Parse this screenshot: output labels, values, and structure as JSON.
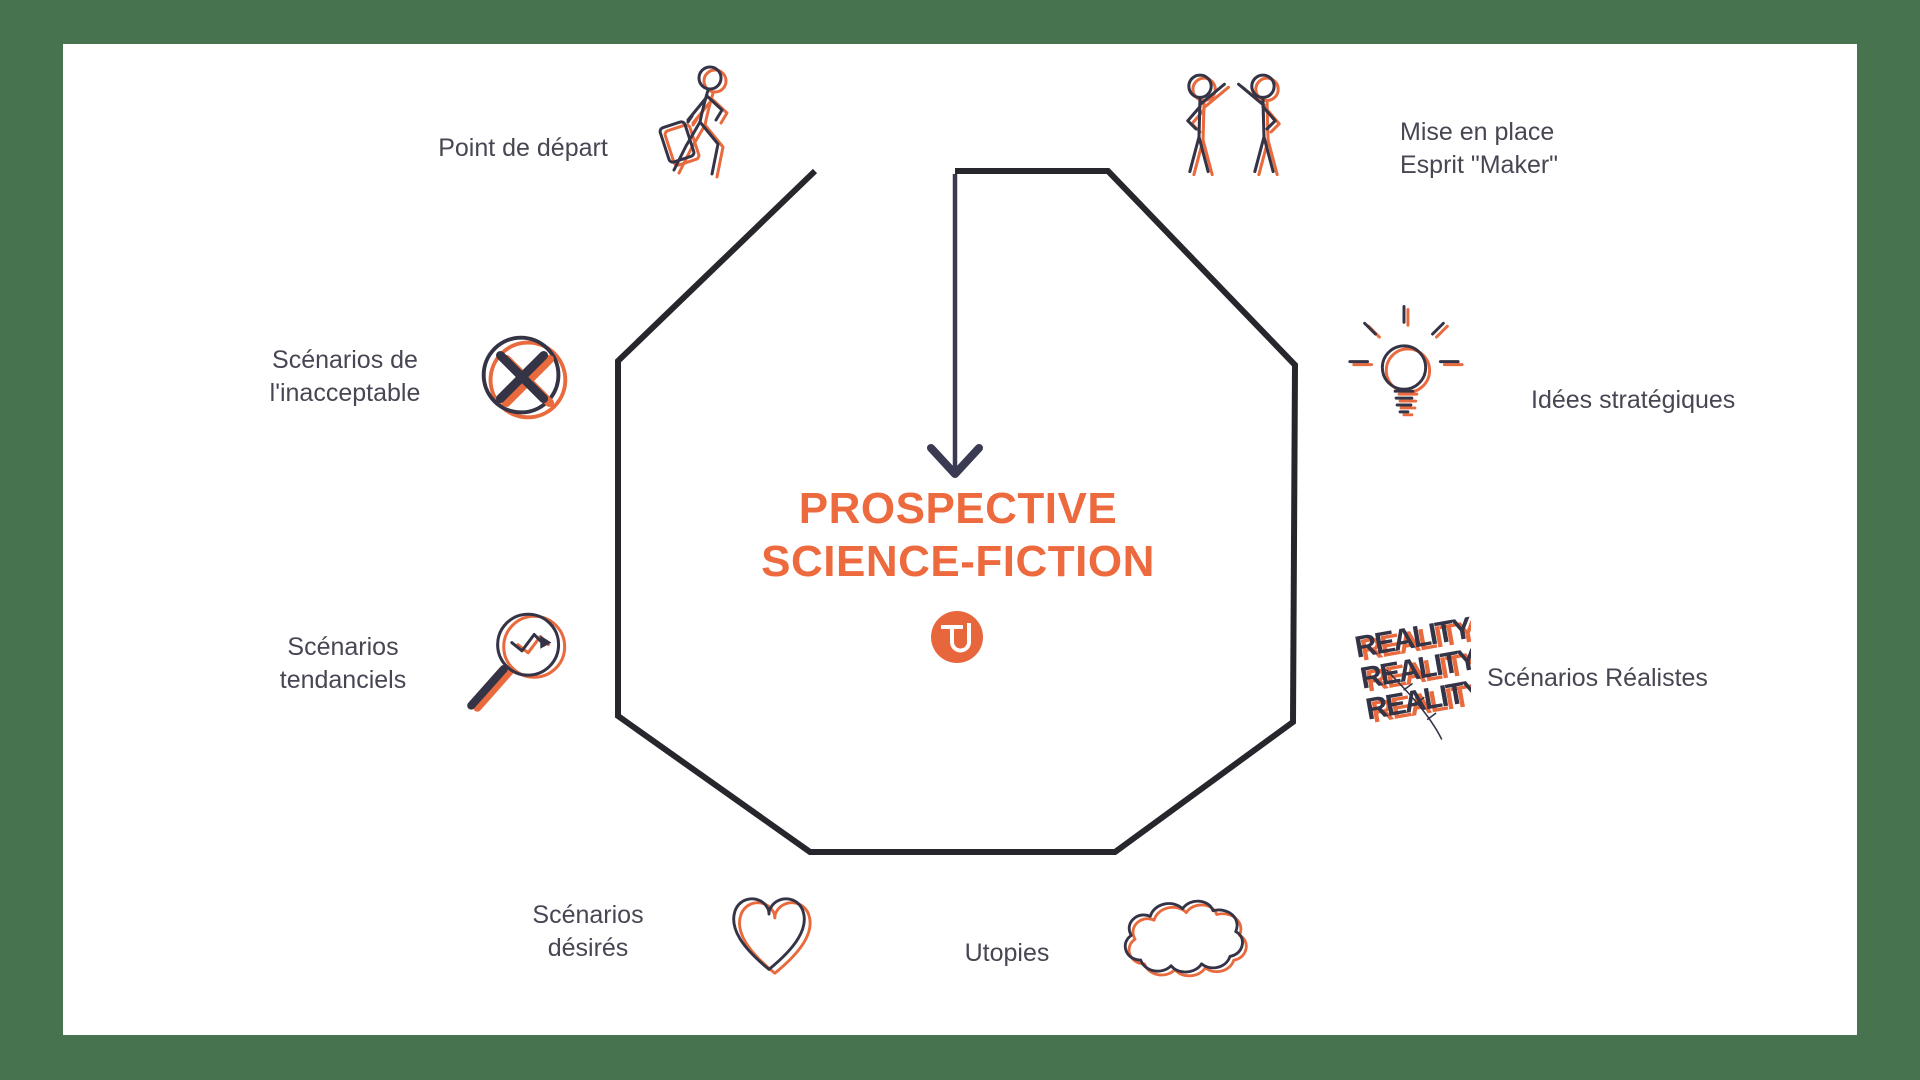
{
  "theme": {
    "page_bg": "#48734f",
    "canvas_bg": "#ffffff",
    "ink": "#26262c",
    "arrow": "#3a3a52",
    "icon_navy": "#343446",
    "icon_orange": "#e96a3c",
    "label_color": "#474754",
    "title_orange": "#ed6a3e",
    "logo_orange": "#e8663c"
  },
  "center": {
    "title_line1": "PROSPECTIVE",
    "title_line2": "SCIENCE-FICTION",
    "logo_icon": "tu-monogram-icon"
  },
  "labels": {
    "point_depart": {
      "line1": "Point de départ"
    },
    "mise_en_place": {
      "line1": "Mise en place",
      "line2": "Esprit \"Maker\""
    },
    "idees_strategiques": {
      "line1": "Idées stratégiques"
    },
    "scenarios_realistes": {
      "line1": "Scénarios Réalistes"
    },
    "utopies": {
      "line1": "Utopies"
    },
    "scenarios_desires": {
      "line1": "Scénarios",
      "line2": "désirés"
    },
    "scenarios_tendanciels": {
      "line1": "Scénarios",
      "line2": "tendanciels"
    },
    "scenarios_inacceptable": {
      "line1": "Scénarios de",
      "line2": "l'inacceptable"
    }
  },
  "icons": {
    "point_depart": "traveler-suitcase-icon",
    "mise_en_place": "high-five-icon",
    "idees_strategiques": "lightbulb-icon",
    "scenarios_realistes": "reality-stamp-icon",
    "utopies": "cloud-icon",
    "scenarios_desires": "heart-icon",
    "scenarios_tendanciels": "magnifier-trend-icon",
    "scenarios_inacceptable": "crossed-circle-icon"
  },
  "reality_stamp": {
    "words": [
      "REALITY",
      "REALITY",
      "REALITY"
    ]
  }
}
